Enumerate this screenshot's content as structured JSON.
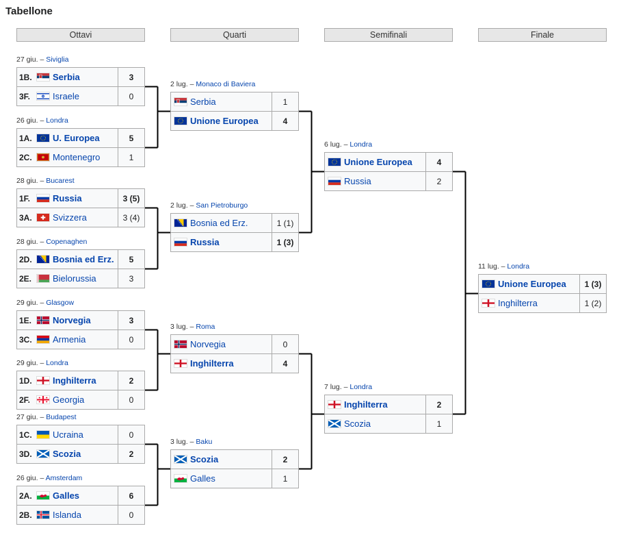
{
  "title": "Tabellone",
  "rounds": {
    "r16": "Ottavi",
    "qf": "Quarti",
    "sf": "Semifinali",
    "f": "Finale"
  },
  "r16": [
    {
      "date": "27 giu. – ",
      "venue": "Siviglia",
      "teams": [
        {
          "seed": "1B.",
          "name": "Serbia",
          "flag": "serbia-flag",
          "score": "3",
          "win": true
        },
        {
          "seed": "3F.",
          "name": "Israele",
          "flag": "israel-flag",
          "score": "0",
          "win": false
        }
      ]
    },
    {
      "date": "26 giu. – ",
      "venue": "Londra",
      "teams": [
        {
          "seed": "1A.",
          "name": "U. Europea",
          "flag": "eu-flag",
          "score": "5",
          "win": true
        },
        {
          "seed": "2C.",
          "name": "Montenegro",
          "flag": "montenegro-flag",
          "score": "1",
          "win": false
        }
      ]
    },
    {
      "date": "28 giu. – ",
      "venue": "Bucarest",
      "teams": [
        {
          "seed": "1F.",
          "name": "Russia",
          "flag": "russia-flag",
          "score": "3 (5)",
          "win": true
        },
        {
          "seed": "3A.",
          "name": "Svizzera",
          "flag": "switzerland-flag",
          "score": "3 (4)",
          "win": false
        }
      ]
    },
    {
      "date": "28 giu. – ",
      "venue": "Copenaghen",
      "teams": [
        {
          "seed": "2D.",
          "name": "Bosnia ed Erz.",
          "flag": "bosnia-flag",
          "score": "5",
          "win": true
        },
        {
          "seed": "2E.",
          "name": "Bielorussia",
          "flag": "belarus-flag",
          "score": "3",
          "win": false
        }
      ]
    },
    {
      "date": "29 giu. – ",
      "venue": "Glasgow",
      "teams": [
        {
          "seed": "1E.",
          "name": "Norvegia",
          "flag": "norway-flag",
          "score": "3",
          "win": true
        },
        {
          "seed": "3C.",
          "name": "Armenia",
          "flag": "armenia-flag",
          "score": "0",
          "win": false
        }
      ]
    },
    {
      "date": "29 giu. – ",
      "venue": "Londra",
      "teams": [
        {
          "seed": "1D.",
          "name": "Inghilterra",
          "flag": "england-flag",
          "score": "2",
          "win": true
        },
        {
          "seed": "2F.",
          "name": "Georgia",
          "flag": "georgia-flag",
          "score": "0",
          "win": false
        }
      ]
    },
    {
      "date": "27 giu. – ",
      "venue": "Budapest",
      "teams": [
        {
          "seed": "1C.",
          "name": "Ucraina",
          "flag": "ukraine-flag",
          "score": "0",
          "win": false
        },
        {
          "seed": "3D.",
          "name": "Scozia",
          "flag": "scotland-flag",
          "score": "2",
          "win": true
        }
      ]
    },
    {
      "date": "26 giu. – ",
      "venue": "Amsterdam",
      "teams": [
        {
          "seed": "2A.",
          "name": "Galles",
          "flag": "wales-flag",
          "score": "6",
          "win": true
        },
        {
          "seed": "2B.",
          "name": "Islanda",
          "flag": "iceland-flag",
          "score": "0",
          "win": false
        }
      ]
    }
  ],
  "qf": [
    {
      "date": "2 lug. – ",
      "venue": "Monaco di Baviera",
      "teams": [
        {
          "name": "Serbia",
          "flag": "serbia-flag",
          "score": "1",
          "win": false
        },
        {
          "name": "Unione Europea",
          "flag": "eu-flag",
          "score": "4",
          "win": true
        }
      ]
    },
    {
      "date": "2 lug. – ",
      "venue": "San Pietroburgo",
      "teams": [
        {
          "name": "Bosnia ed Erz.",
          "flag": "bosnia-flag",
          "score": "1 (1)",
          "win": false
        },
        {
          "name": "Russia",
          "flag": "russia-flag",
          "score": "1 (3)",
          "win": true
        }
      ]
    },
    {
      "date": "3 lug. – ",
      "venue": "Roma",
      "teams": [
        {
          "name": "Norvegia",
          "flag": "norway-flag",
          "score": "0",
          "win": false
        },
        {
          "name": "Inghilterra",
          "flag": "england-flag",
          "score": "4",
          "win": true
        }
      ]
    },
    {
      "date": "3 lug. – ",
      "venue": "Baku",
      "teams": [
        {
          "name": "Scozia",
          "flag": "scotland-flag",
          "score": "2",
          "win": true
        },
        {
          "name": "Galles",
          "flag": "wales-flag",
          "score": "1",
          "win": false
        }
      ]
    }
  ],
  "sf": [
    {
      "date": "6 lug. – ",
      "venue": "Londra",
      "teams": [
        {
          "name": "Unione Europea",
          "flag": "eu-flag",
          "score": "4",
          "win": true
        },
        {
          "name": "Russia",
          "flag": "russia-flag",
          "score": "2",
          "win": false
        }
      ]
    },
    {
      "date": "7 lug. – ",
      "venue": "Londra",
      "teams": [
        {
          "name": "Inghilterra",
          "flag": "england-flag",
          "score": "2",
          "win": true
        },
        {
          "name": "Scozia",
          "flag": "scotland-flag",
          "score": "1",
          "win": false
        }
      ]
    }
  ],
  "f": [
    {
      "date": "11 lug. – ",
      "venue": "Londra",
      "teams": [
        {
          "name": "Unione Europea",
          "flag": "eu-flag",
          "score": "1 (3)",
          "win": true
        },
        {
          "name": "Inghilterra",
          "flag": "england-flag",
          "score": "1 (2)",
          "win": false
        }
      ]
    }
  ]
}
